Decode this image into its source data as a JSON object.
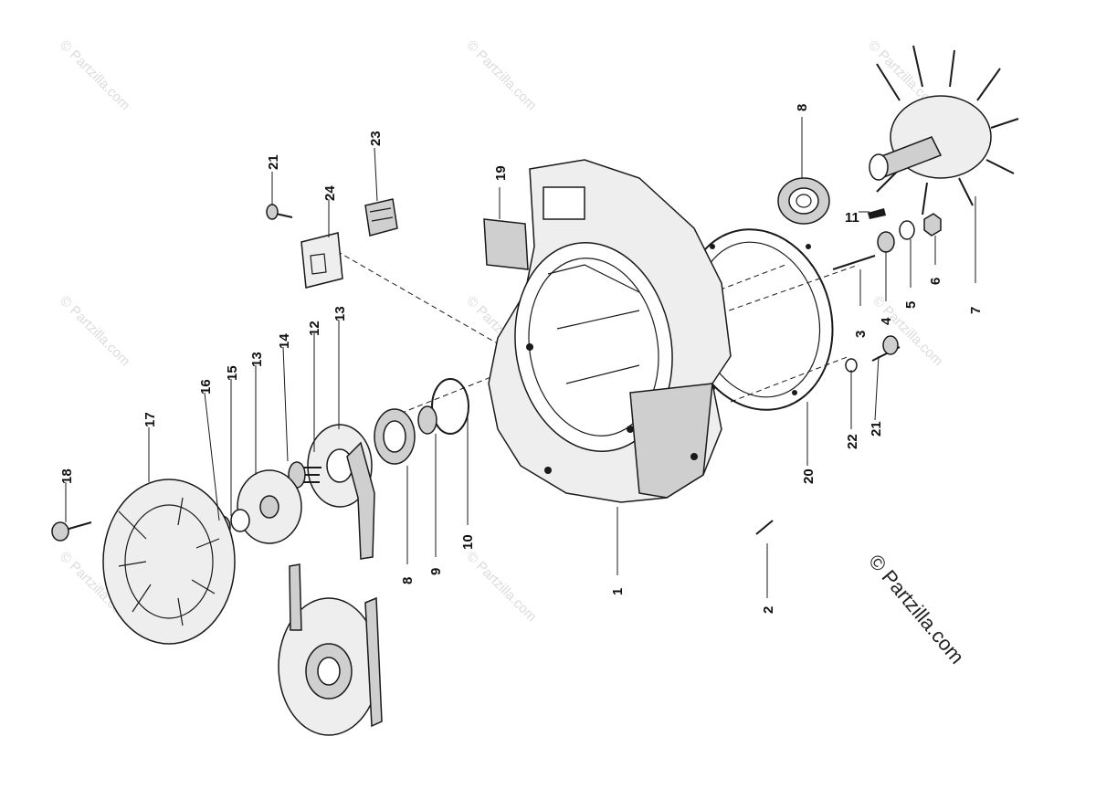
{
  "watermark": {
    "text": "© Partzilla.com"
  },
  "copyright": "© Partzilla.com",
  "part_labels": {
    "p1": "1",
    "p2": "2",
    "p3": "3",
    "p4": "4",
    "p5": "5",
    "p6": "6",
    "p7": "7",
    "p8_top": "8",
    "p8_bottom": "8",
    "p9": "9",
    "p10": "10",
    "p11": "11",
    "p12": "12",
    "p13_left": "13",
    "p13_right": "13",
    "p14": "14",
    "p15": "15",
    "p16": "16",
    "p17": "17",
    "p18": "18",
    "p19": "19",
    "p20": "20",
    "p21_top": "21",
    "p21_right": "21",
    "p22": "22",
    "p23": "23",
    "p24": "24"
  }
}
